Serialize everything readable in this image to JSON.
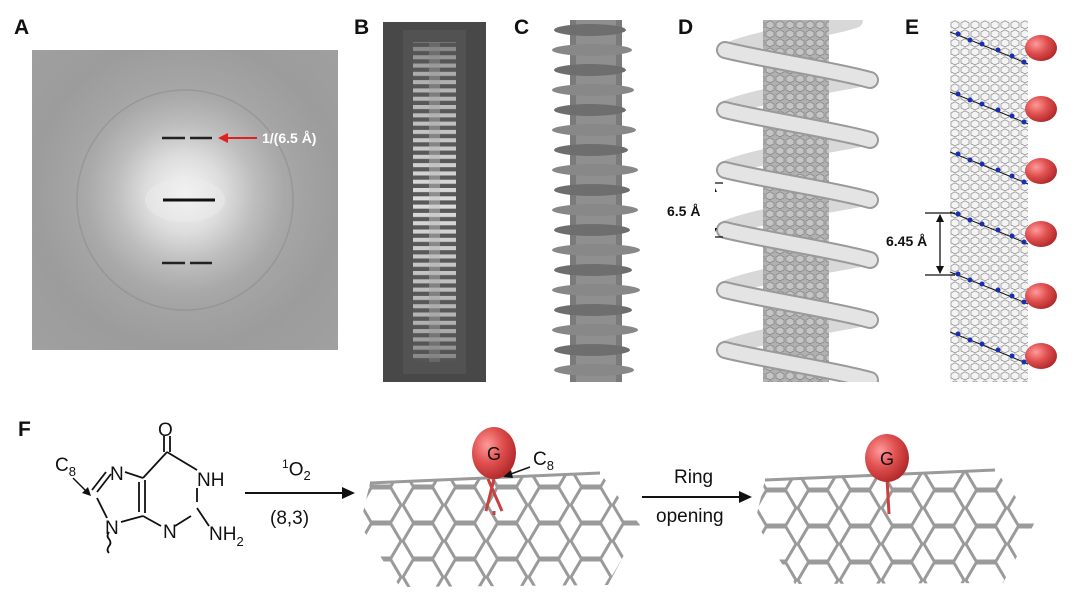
{
  "panels": {
    "a": {
      "letter": "A",
      "annotation": "1/(6.5 Å)"
    },
    "b": {
      "letter": "B"
    },
    "c": {
      "letter": "C"
    },
    "d": {
      "letter": "D",
      "spacing": "6.5 Å"
    },
    "e": {
      "letter": "E",
      "spacing": "6.45 Å"
    },
    "f": {
      "letter": "F",
      "c8_label": "C",
      "c8_sub": "8",
      "arrow1_top_sup": "1",
      "arrow1_top_main": "O",
      "arrow1_top_sub": "2",
      "arrow1_bottom": "(8,3)",
      "arrow2_top": "Ring",
      "arrow2_bottom": "opening",
      "g_label": "G",
      "atoms": {
        "o": "O",
        "n": "N",
        "nh": "NH",
        "nh2_main": "NH",
        "nh2_sub": "2"
      }
    }
  },
  "colors": {
    "red_marker": "#e05050",
    "blue_marker": "#1a2fb0",
    "arrow_red": "#e02020"
  }
}
